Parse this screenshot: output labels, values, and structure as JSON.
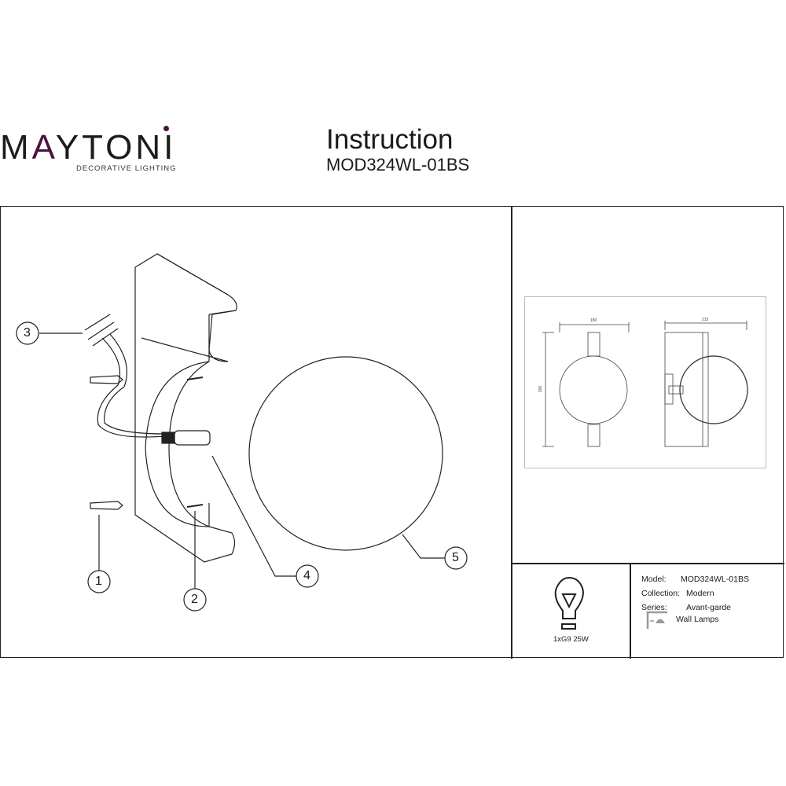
{
  "header": {
    "brand": "MAYTONI",
    "brand_tagline": "DECORATIVE LIGHTING",
    "brand_accent": "#4a1240",
    "title": "Instruction",
    "model": "MOD324WL-01BS"
  },
  "callouts": [
    "1",
    "2",
    "3",
    "4",
    "5"
  ],
  "dimensions": {
    "width": "180",
    "depth": "215",
    "height": "300"
  },
  "bulb": {
    "icon": "bulb-icon",
    "label": "1xG9 25W"
  },
  "specs": {
    "model_label": "Model:",
    "model_value": "MOD324WL-01BS",
    "collection_label": "Collection:",
    "collection_value": "Modern",
    "series_label": "Series:",
    "series_value": "Avant-garde",
    "type_icon": "wall-lamp-icon",
    "type_value": "Wall Lamps"
  }
}
